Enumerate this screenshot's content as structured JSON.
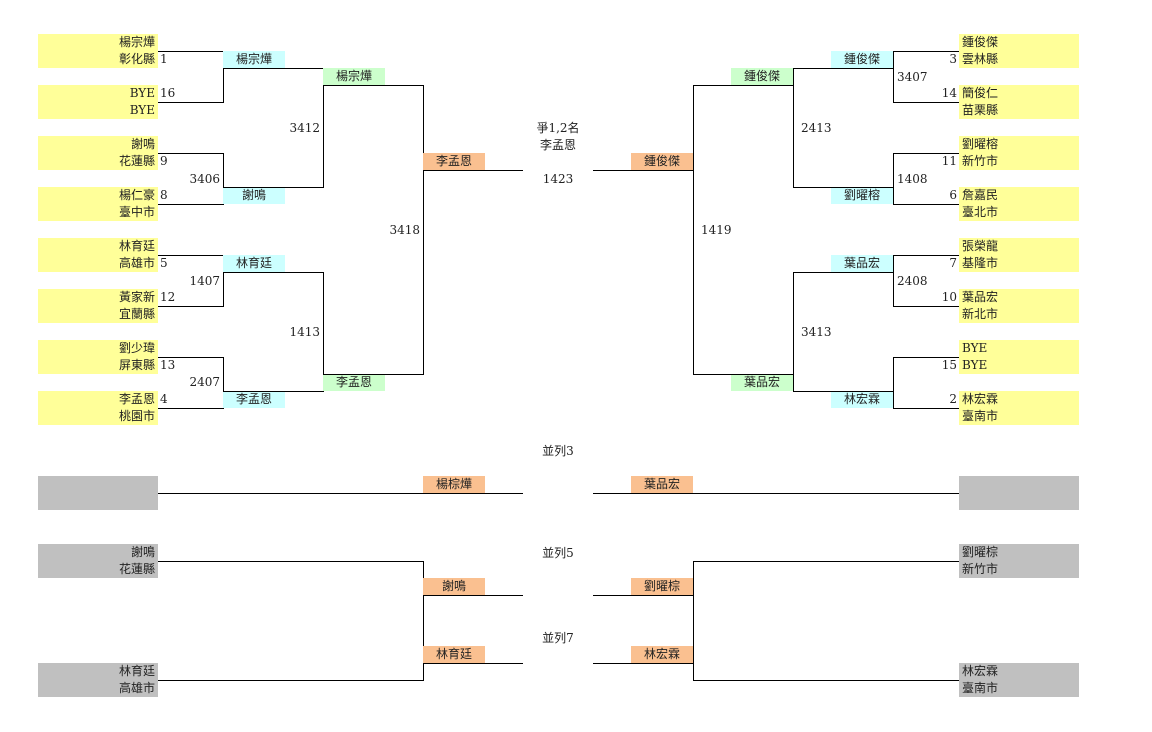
{
  "left_entries": [
    {
      "name": "楊宗燁",
      "county": "彰化縣",
      "seed": "1"
    },
    {
      "name": "BYE",
      "county": "BYE",
      "seed": "16"
    },
    {
      "name": "謝鳴",
      "county": "花蓮縣",
      "seed": "9"
    },
    {
      "name": "楊仁豪",
      "county": "臺中市",
      "seed": "8"
    },
    {
      "name": "林育廷",
      "county": "高雄市",
      "seed": "5"
    },
    {
      "name": "黃家新",
      "county": "宜蘭縣",
      "seed": "12"
    },
    {
      "name": "劉少瑋",
      "county": "屏東縣",
      "seed": "13"
    },
    {
      "name": "李孟恩",
      "county": "桃園市",
      "seed": "4"
    }
  ],
  "right_entries": [
    {
      "name": "鍾俊傑",
      "county": "雲林縣",
      "seed": "3"
    },
    {
      "name": "簡俊仁",
      "county": "苗栗縣",
      "seed": "14"
    },
    {
      "name": "劉曜榕",
      "county": "新竹市",
      "seed": "11"
    },
    {
      "name": "詹嘉民",
      "county": "臺北市",
      "seed": "6"
    },
    {
      "name": "張榮龍",
      "county": "基隆市",
      "seed": "7"
    },
    {
      "name": "葉品宏",
      "county": "新北市",
      "seed": "10"
    },
    {
      "name": "BYE",
      "county": "BYE",
      "seed": "15"
    },
    {
      "name": "林宏霖",
      "county": "臺南市",
      "seed": "2"
    }
  ],
  "left_r1": {
    "winners": [
      "楊宗燁",
      "謝鳴",
      "林育廷",
      "李孟恩"
    ],
    "codes": [
      "",
      "3406",
      "1407",
      "2407"
    ]
  },
  "right_r1": {
    "winners": [
      "鍾俊傑",
      "劉曜榕",
      "葉品宏",
      "林宏霖"
    ],
    "codes": [
      "3407",
      "1408",
      "2408",
      ""
    ]
  },
  "left_r2": {
    "winners": [
      "楊宗燁",
      "李孟恩"
    ],
    "codes": [
      "3412",
      "1413"
    ]
  },
  "right_r2": {
    "winners": [
      "鍾俊傑",
      "葉品宏"
    ],
    "codes": [
      "2413",
      "3413"
    ]
  },
  "left_r3": {
    "winner": "李孟恩",
    "code": "3418"
  },
  "right_r3": {
    "winner": "鍾俊傑",
    "code": "1419"
  },
  "final": {
    "title": "爭1,2名",
    "champion": "李孟恩",
    "code": "1423"
  },
  "third_place": {
    "title": "並列3",
    "left_tag": "楊棕燁",
    "right_tag": "葉品宏",
    "left_entry": {
      "name": "",
      "county": ""
    },
    "right_entry": {
      "name": "",
      "county": ""
    }
  },
  "fifth_place": {
    "title": "並列5",
    "left_tag": "謝鳴",
    "right_tag": "劉曜棕",
    "left_entry": {
      "name": "謝鳴",
      "county": "花蓮縣"
    },
    "right_entry": {
      "name": "劉曜棕",
      "county": "新竹市"
    }
  },
  "seventh_place": {
    "title": "並列7",
    "left_tag": "林育廷",
    "right_tag": "林宏霖",
    "left_entry": {
      "name": "林育廷",
      "county": "高雄市"
    },
    "right_entry": {
      "name": "林宏霖",
      "county": "臺南市"
    }
  },
  "colors": {
    "entry_bg": "#ffff99",
    "placement_entry_bg": "#c0c0c0",
    "round1_tag_bg": "#ccffff",
    "round2_tag_bg": "#ccffcc",
    "semifinal_tag_bg": "#fac090",
    "line": "#000000"
  }
}
